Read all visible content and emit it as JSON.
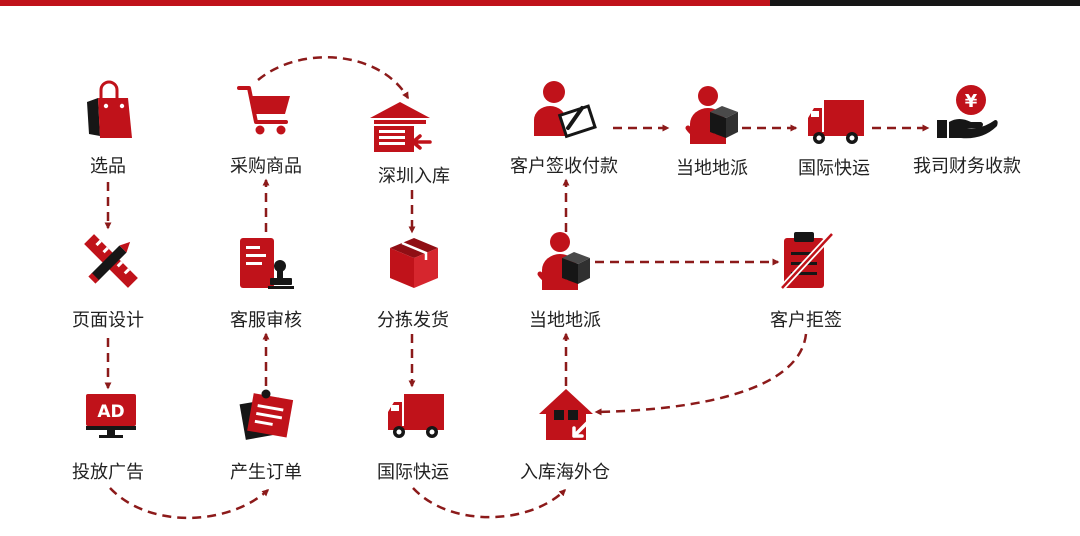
{
  "colors": {
    "accent": "#c0121a",
    "dark": "#161616",
    "arrow": "#8c1a1a"
  },
  "nodes": {
    "select_product": {
      "label": "选品",
      "icon": "shopping-bag-icon"
    },
    "page_design": {
      "label": "页面设计",
      "icon": "pencil-ruler-icon"
    },
    "place_ads": {
      "label": "投放广告",
      "icon": "ad-monitor-icon"
    },
    "generate_order": {
      "label": "产生订单",
      "icon": "order-notes-icon"
    },
    "cs_review": {
      "label": "客服审核",
      "icon": "document-stamp-icon"
    },
    "purchase_goods": {
      "label": "采购商品",
      "icon": "shopping-cart-icon"
    },
    "shenzhen_inbound": {
      "label": "深圳入库",
      "icon": "warehouse-inbound-icon"
    },
    "sort_ship": {
      "label": "分拣发货",
      "icon": "parcel-box-icon"
    },
    "intl_express_1": {
      "label": "国际快运",
      "icon": "delivery-truck-icon"
    },
    "overseas_warehouse": {
      "label": "入库海外仓",
      "icon": "house-warehouse-icon"
    },
    "local_delivery_1": {
      "label": "当地地派",
      "icon": "courier-with-box-icon"
    },
    "customer_signs_pays": {
      "label": "客户签收付款",
      "icon": "person-signing-icon"
    },
    "customer_refuses": {
      "label": "客户拒签",
      "icon": "crossed-clipboard-icon"
    },
    "local_delivery_2": {
      "label": "当地地派",
      "icon": "courier-with-box-icon"
    },
    "intl_express_2": {
      "label": "国际快运",
      "icon": "delivery-truck-icon"
    },
    "finance_collects": {
      "label": "我司财务收款",
      "icon": "hand-yuan-coin-icon"
    }
  },
  "ad_text": "AD",
  "currency_symbol": "¥"
}
